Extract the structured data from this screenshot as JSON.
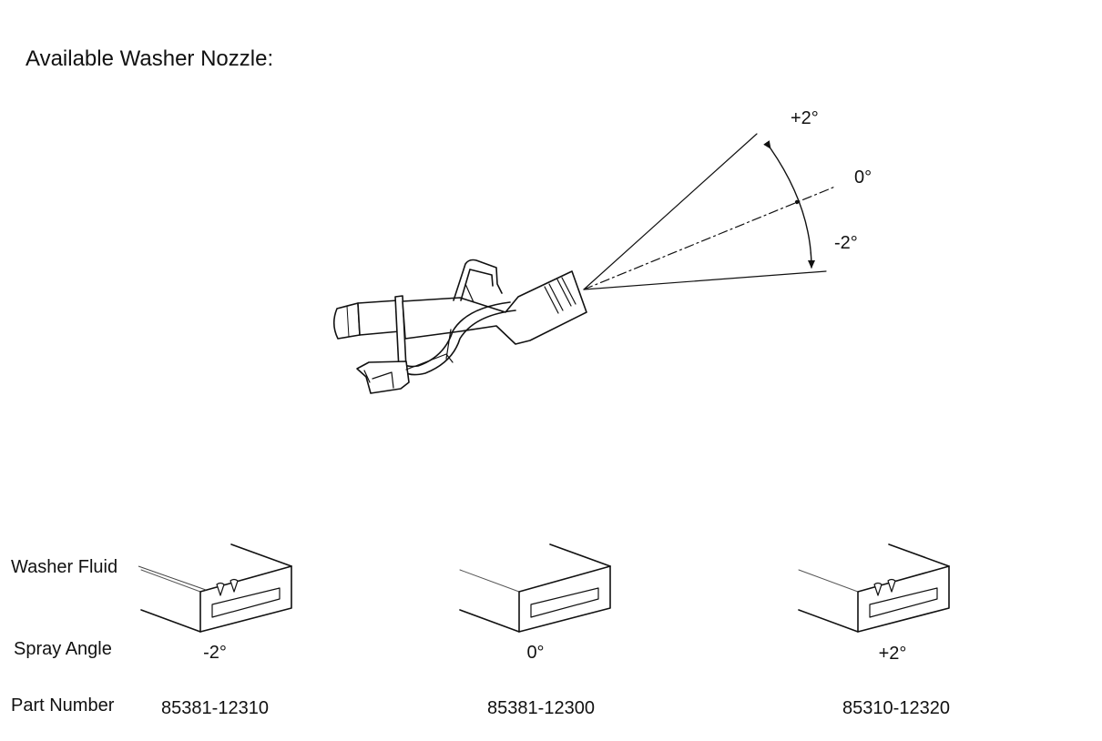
{
  "title": "Available Washer Nozzle:",
  "angles": {
    "plus": "+2°",
    "zero": "0°",
    "minus": "-2°"
  },
  "labels": {
    "washer_fluid": "Washer Fluid",
    "spray_angle": "Spray Angle",
    "part_number": "Part Number"
  },
  "variants": [
    {
      "spray_angle": "-2°",
      "part_number": "85381-12310",
      "marks": 2
    },
    {
      "spray_angle": "0°",
      "part_number": "85381-12300",
      "marks": 0
    },
    {
      "spray_angle": "+2°",
      "part_number": "85310-12320",
      "marks": 2
    }
  ]
}
